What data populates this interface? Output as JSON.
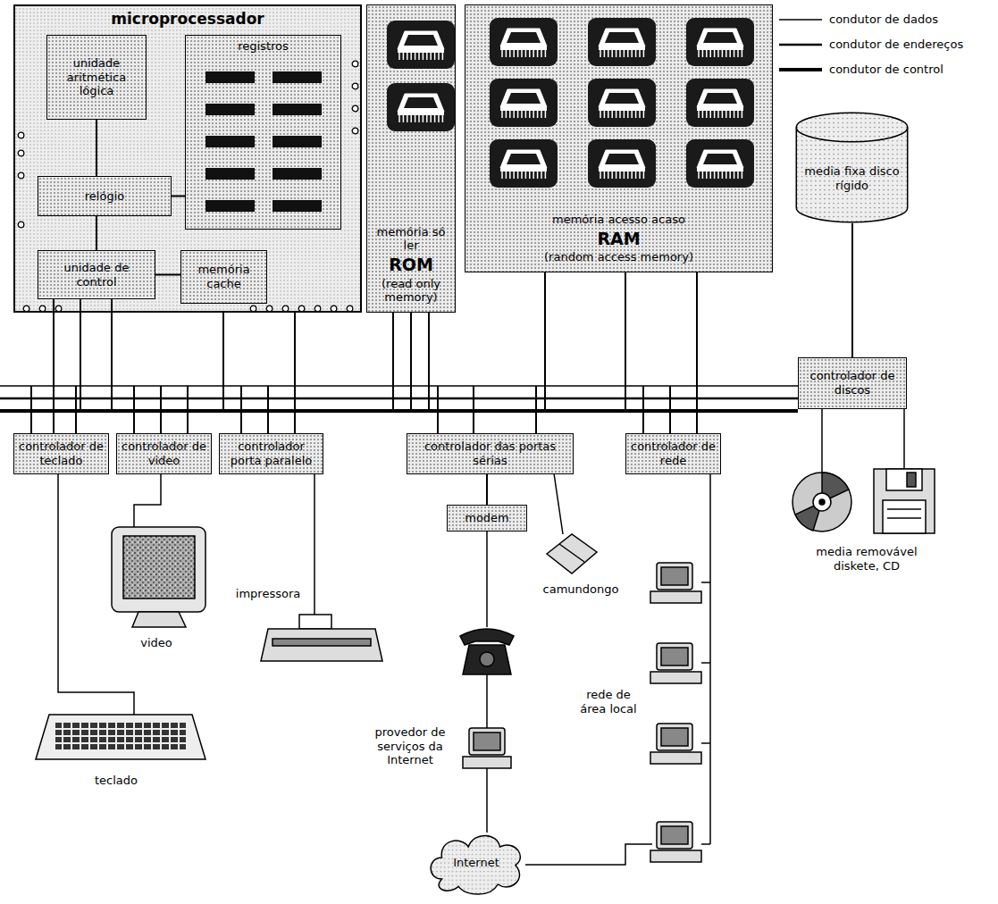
{
  "diagram": {
    "nodes": [
      {
        "text": [
          "microprocessador"
        ]
      },
      {
        "text": [
          "unidade aritmética lógica"
        ],
        "in": 0
      },
      {
        "text": [
          "registros"
        ],
        "in": 0
      },
      {
        "text": [
          "relógio"
        ],
        "in": 0
      },
      {
        "text": [
          "unidade de control"
        ],
        "in": 0
      },
      {
        "text": [
          "memória cache"
        ],
        "in": 0
      },
      {
        "text": [
          "memória só ler",
          "ROM",
          "(read only memory)"
        ]
      },
      {
        "text": [
          "memória acesso acaso",
          "RAM",
          "(random access memory)"
        ]
      },
      {
        "text": [
          "media fixa disco rígido"
        ]
      },
      {
        "text": [
          "controlador de discos"
        ]
      },
      {
        "text": [
          "controlador de teclado"
        ]
      },
      {
        "text": [
          "controlador de video"
        ]
      },
      {
        "text": [
          "controlador porta paralelo"
        ]
      },
      {
        "text": [
          "controlador das portas sérias"
        ]
      },
      {
        "text": [
          "controlador de rede"
        ]
      },
      {
        "text": [
          "modem"
        ]
      },
      {
        "text": [
          "Internet"
        ]
      }
    ],
    "edges": [
      {
        "from": 1,
        "to": 3,
        "arrow": "none"
      },
      {
        "from": 3,
        "to": 2,
        "arrow": "none"
      },
      {
        "from": 3,
        "to": 4,
        "arrow": "none"
      },
      {
        "from": 4,
        "to": 5,
        "arrow": "none"
      },
      {
        "from": 9,
        "to": 8,
        "arrow": "none"
      },
      {
        "from": 13,
        "to": 15,
        "arrow": "none"
      }
    ],
    "labels": [
      "video",
      "teclado",
      "impressora",
      "camundongo",
      "provedor de serviços da Internet",
      "rede de área local",
      "media removável diskete, CD"
    ],
    "legend": [
      {
        "text": "condutor de dados"
      },
      {
        "text": "condutor de endereços"
      },
      {
        "text": "condutor de control"
      }
    ]
  }
}
